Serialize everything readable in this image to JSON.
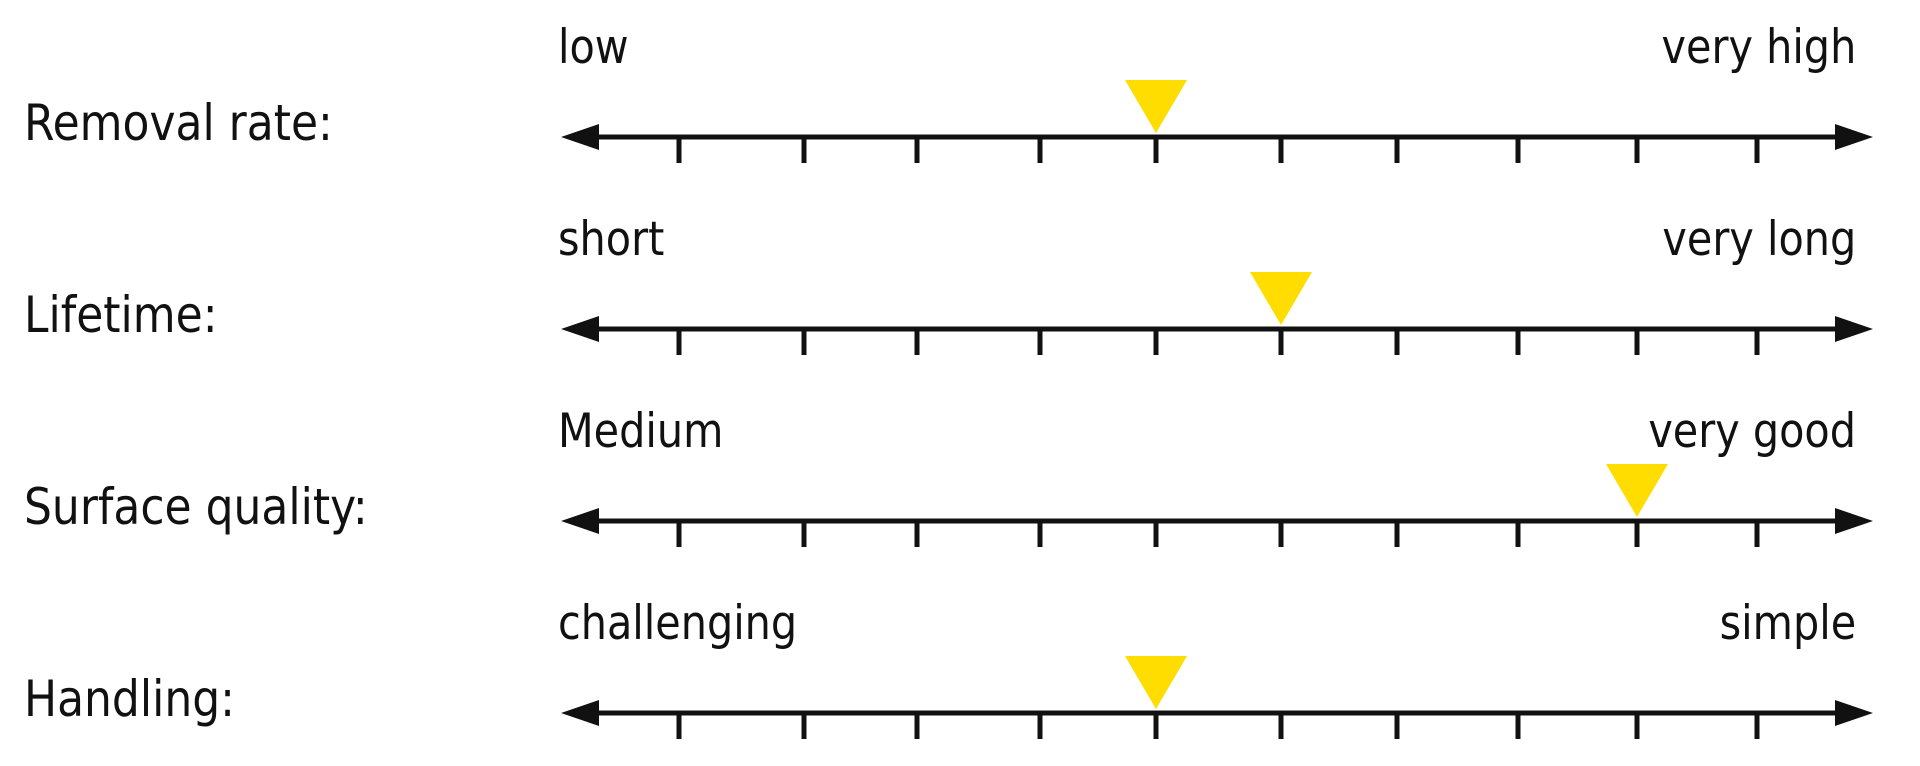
{
  "diagram": {
    "marker_color": "#FFDD00",
    "line_color": "#111111",
    "tick_count": 10,
    "rows": [
      {
        "id": "removal-rate",
        "label": "Removal rate:",
        "low_label": "low",
        "high_label": "very high",
        "rating": 5
      },
      {
        "id": "lifetime",
        "label": "Lifetime:",
        "low_label": "short",
        "high_label": "very long",
        "rating": 6
      },
      {
        "id": "surface-quality",
        "label": "Surface quality:",
        "low_label": "Medium",
        "high_label": "very good",
        "rating": 9
      },
      {
        "id": "handling",
        "label": "Handling:",
        "low_label": "challenging",
        "high_label": "simple",
        "rating": 5
      }
    ]
  }
}
